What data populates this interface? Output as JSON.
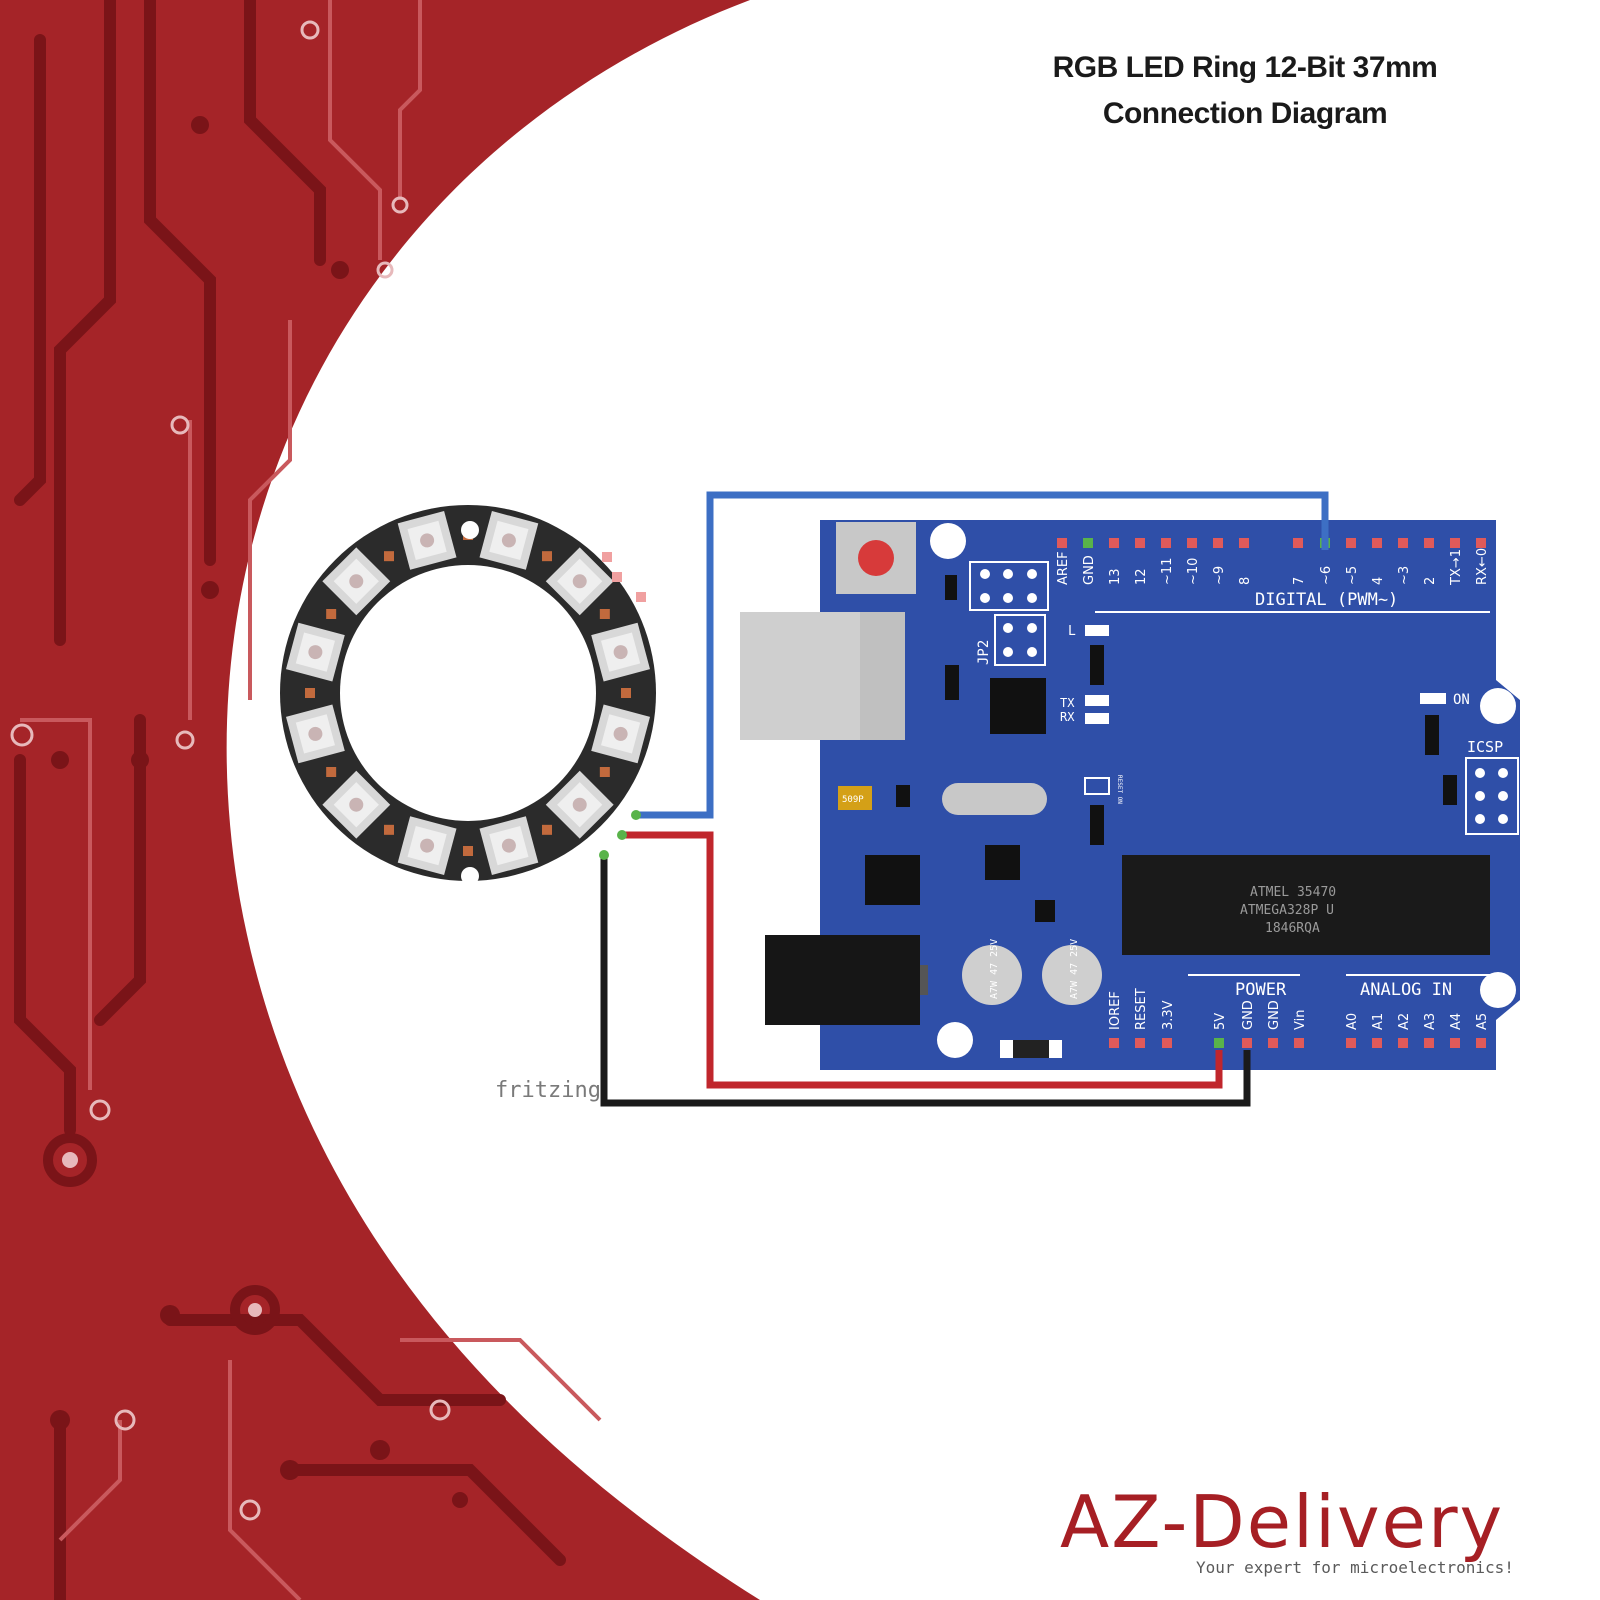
{
  "title": {
    "line1": "RGB LED Ring 12-Bit 37mm",
    "line2": "Connection Diagram"
  },
  "watermark": "fritzing",
  "brand": {
    "name": "AZ-Delivery",
    "tagline": "Your expert for microelectronics!"
  },
  "board": {
    "digital_header": "DIGITAL (PWM~)",
    "power_header": "POWER",
    "analog_header": "ANALOG IN",
    "icsp": "ICSP",
    "jp2": "JP2",
    "on": "ON",
    "led_l": "L",
    "tx": "TX",
    "rx": "RX",
    "reset_on": "RESET ON",
    "crystal": "509P",
    "cap1": "A7W 47 25V",
    "cap2": "A7W 47 25V",
    "chip": [
      "ATMEL 35470",
      "ATMEGA328P U",
      "1846RQA"
    ],
    "digital_pins": [
      "AREF",
      "GND",
      "13",
      "12",
      "~11",
      "~10",
      "~9",
      "8",
      "7",
      "~6",
      "~5",
      "4",
      "~3",
      "2",
      "TX→1",
      "RX←0"
    ],
    "power_pins": [
      "IOREF",
      "RESET",
      "3.3V",
      "5V",
      "GND",
      "GND",
      "Vin"
    ],
    "analog_pins": [
      "A0",
      "A1",
      "A2",
      "A3",
      "A4",
      "A5"
    ]
  },
  "wires": [
    {
      "from": "Ring DI",
      "to": "~6",
      "color": "#3d6fc4"
    },
    {
      "from": "Ring 5V",
      "to": "5V",
      "color": "#c0262c"
    },
    {
      "from": "Ring GND",
      "to": "GND",
      "color": "#1a1a1a"
    }
  ],
  "colors": {
    "accent_red": "#a52428",
    "board_blue": "#2f4fa8",
    "ring_dark": "#2b2b2b"
  }
}
